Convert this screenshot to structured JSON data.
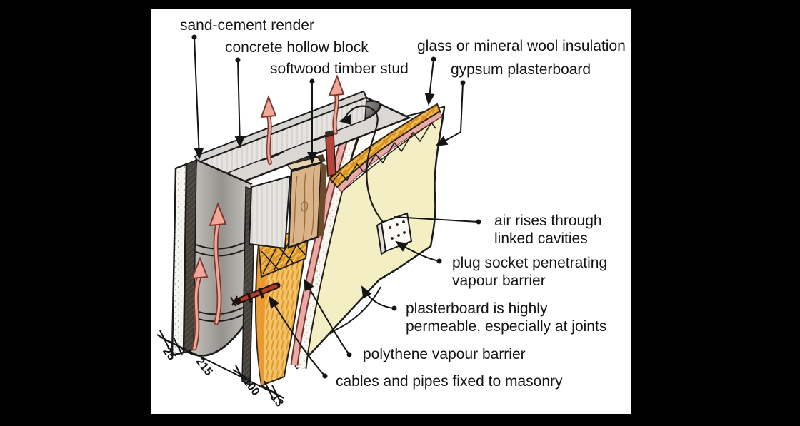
{
  "figure": {
    "type": "construction-detail-diagram",
    "subject": "timber-framed internally insulated masonry wall cutaway"
  },
  "labels": {
    "sand_cement": "sand-cement render",
    "concrete_block": "concrete hollow block",
    "timber_stud": "softwood timber stud",
    "insulation": "glass or mineral wool insulation",
    "plasterboard": "gypsum plasterboard",
    "air_rises_1": "air rises through",
    "air_rises_2": "linked cavities",
    "plug_1": "plug socket penetrating",
    "plug_2": "vapour barrier",
    "perm_1": "plasterboard is highly",
    "perm_2": "permeable, especially at joints",
    "polythene": "polythene vapour barrier",
    "cables": "cables and pipes fixed to masonry"
  },
  "dims": {
    "d25": "25",
    "d215": "215",
    "d100": "100",
    "d13": "13"
  },
  "colors": {
    "background": "#000000",
    "canvas": "#ffffff",
    "ink": "#141414",
    "plasterboard_cream": "#f3eec3",
    "insulation_orange": "#edb449",
    "insulation_deep": "#df9427",
    "vapour_pink": "#e7aca6",
    "air_arrow_pink": "#f2a79b",
    "air_arrow_outline": "#7c3a2e",
    "block_grey": "#8f8d8a",
    "wood_tan": "#d8b488",
    "conduit_red": "#b5443a",
    "cable_red": "#b23c2c",
    "socket_white": "#fbfaf6"
  }
}
